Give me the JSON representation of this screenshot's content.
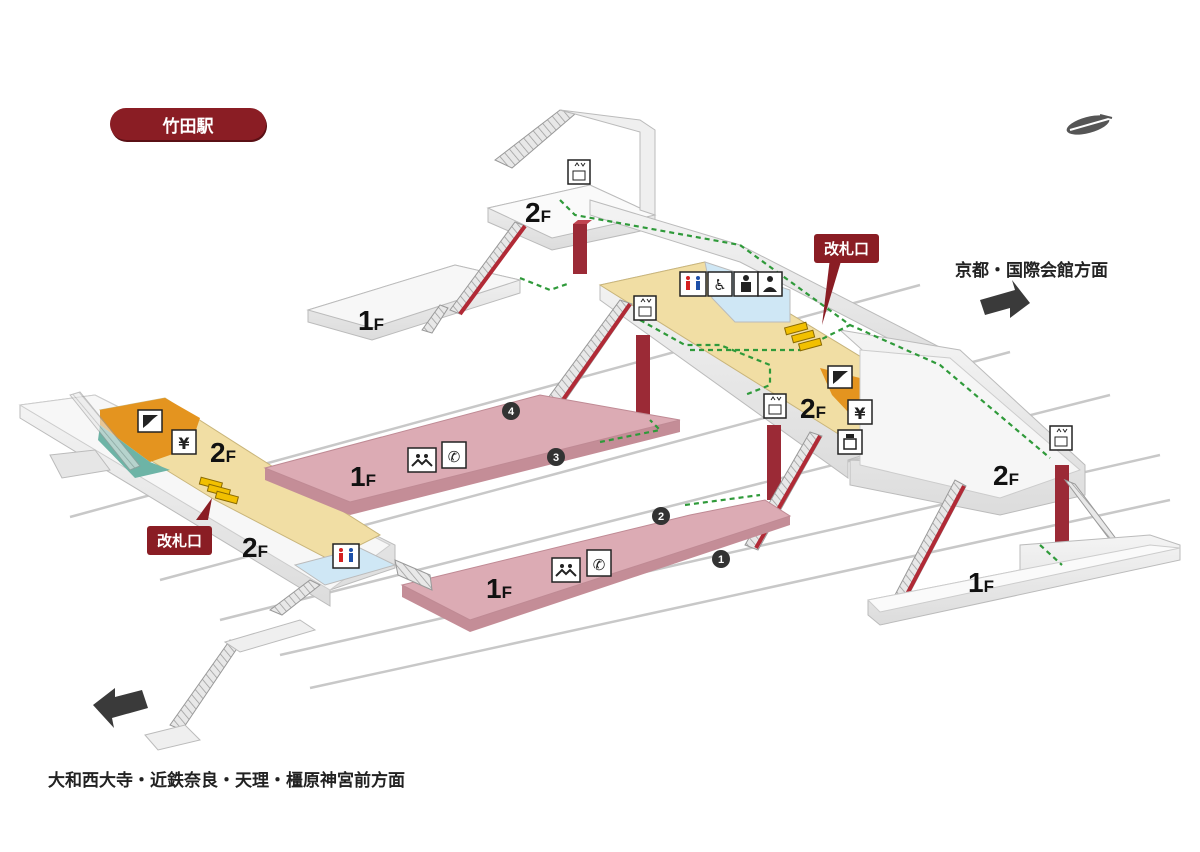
{
  "station_name": "竹田駅",
  "directions": {
    "north_east": "京都・国際会館方面",
    "south_west": "大和西大寺・近鉄奈良・天理・橿原神宮前方面"
  },
  "gate_label": "改札口",
  "floor_labels": {
    "second": "2",
    "first": "1",
    "suffix": "F"
  },
  "exit_numbers": [
    "1",
    "2",
    "3",
    "4"
  ],
  "icons": {
    "elevator": "elevator-icon",
    "escalator": "escalator-icon",
    "ticket_gate": "ticket-gate-icon",
    "toilet": "toilet-icon",
    "accessible_toilet": "wheelchair-icon",
    "ostomate": "ostomate-icon",
    "baby": "baby-care-icon",
    "ticket_machine": "ticket-machine-icon",
    "fare_adjustment": "fare-adjustment-icon",
    "office": "station-office-icon",
    "phone": "telephone-icon",
    "bench": "waiting-area-icon",
    "north": "north-arrow-icon",
    "yen_symbol": "¥"
  },
  "colors": {
    "brand": "#8a1d24",
    "concourse": "#f1dea4",
    "platform": "#dcabb4",
    "office_orange": "#e4941f",
    "office_teal": "#6db4a6",
    "toilet_blue": "#cfe7f5",
    "route_green": "#2f9a3a",
    "gate_yellow": "#f2c000",
    "pillar": "#9b2a36"
  }
}
